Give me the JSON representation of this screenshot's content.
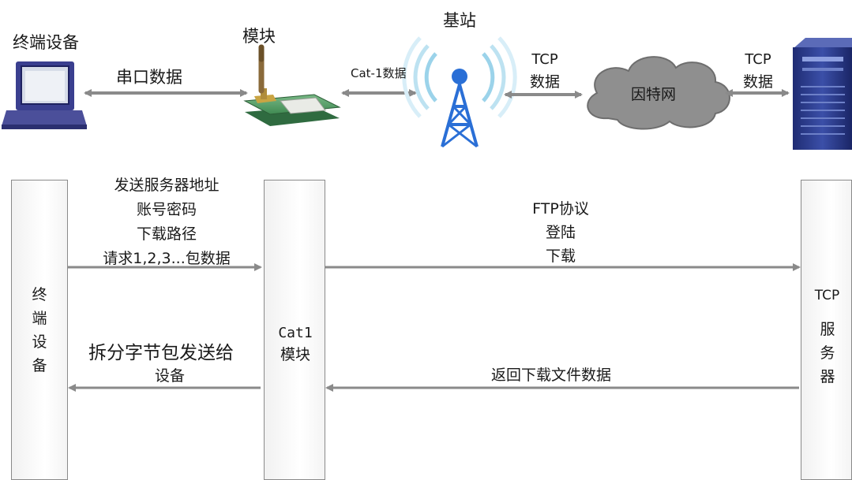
{
  "top": {
    "terminal_label": "终端设备",
    "module_label": "模块",
    "station_label": "基站",
    "serial_label": "串口数据",
    "cat1_label": "Cat-1数据",
    "tcp1_line1": "TCP",
    "tcp1_line2": "数据",
    "internet_label": "因特网",
    "tcp2_line1": "TCP",
    "tcp2_line2": "数据"
  },
  "seq": {
    "terminal_chars": [
      "终",
      "端",
      "设",
      "备"
    ],
    "module_line1": "Cat1",
    "module_line2": "模块",
    "server_title": "TCP",
    "server_chars": [
      "服",
      "务",
      "器"
    ],
    "req_lines": [
      "发送服务器地址",
      "账号密码",
      "下载路径",
      "请求1,2,3...包数据"
    ],
    "ftp_lines": [
      "FTP协议",
      "登陆",
      "下载"
    ],
    "return_label": "返回下载文件数据",
    "split_line1": "拆分字节包发送给",
    "split_line2": "设备"
  },
  "colors": {
    "arrow": "#8a8a8a",
    "cloud": "#8f8f8f",
    "module_pcb": "#5aa06a",
    "antenna": "#8a6a3a",
    "tower": "#2a6fd6",
    "signal": "#7fc9e8",
    "server": "#2a3a8a",
    "terminal": "#3a3f8f"
  }
}
